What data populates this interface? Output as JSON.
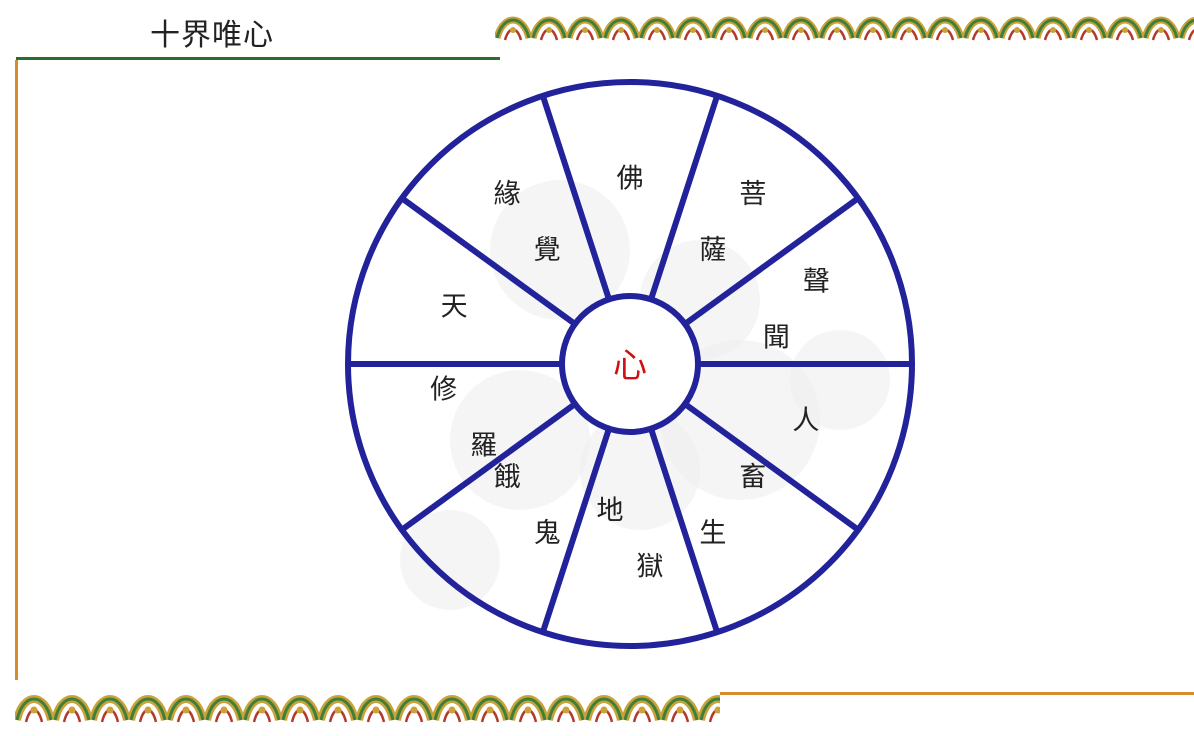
{
  "title": "十界唯心",
  "center_label": "心",
  "sectors": [
    {
      "id": "buddha",
      "lines": [
        "佛"
      ]
    },
    {
      "id": "bodhisattva",
      "lines": [
        "菩",
        "薩"
      ]
    },
    {
      "id": "sravaka",
      "lines": [
        "聲",
        "聞"
      ]
    },
    {
      "id": "human",
      "lines": [
        "人"
      ]
    },
    {
      "id": "animal",
      "lines": [
        "畜",
        "生"
      ]
    },
    {
      "id": "hell",
      "lines": [
        "地",
        "獄"
      ]
    },
    {
      "id": "hungry-ghost",
      "lines": [
        "餓",
        "鬼"
      ]
    },
    {
      "id": "asura",
      "lines": [
        "修",
        "羅"
      ]
    },
    {
      "id": "deva",
      "lines": [
        "天"
      ]
    },
    {
      "id": "pratyekabuddha",
      "lines": [
        "緣",
        "覺"
      ]
    }
  ],
  "colors": {
    "wheel": "#22229a",
    "center_text": "#d01010",
    "text": "#222222",
    "frame_orange": "#d98a2b",
    "frame_green": "#2e6b2e",
    "border_gold": "#c9a23a",
    "border_green": "#3f7f3a",
    "border_red": "#b33a2a",
    "watermark": "#ececec"
  }
}
